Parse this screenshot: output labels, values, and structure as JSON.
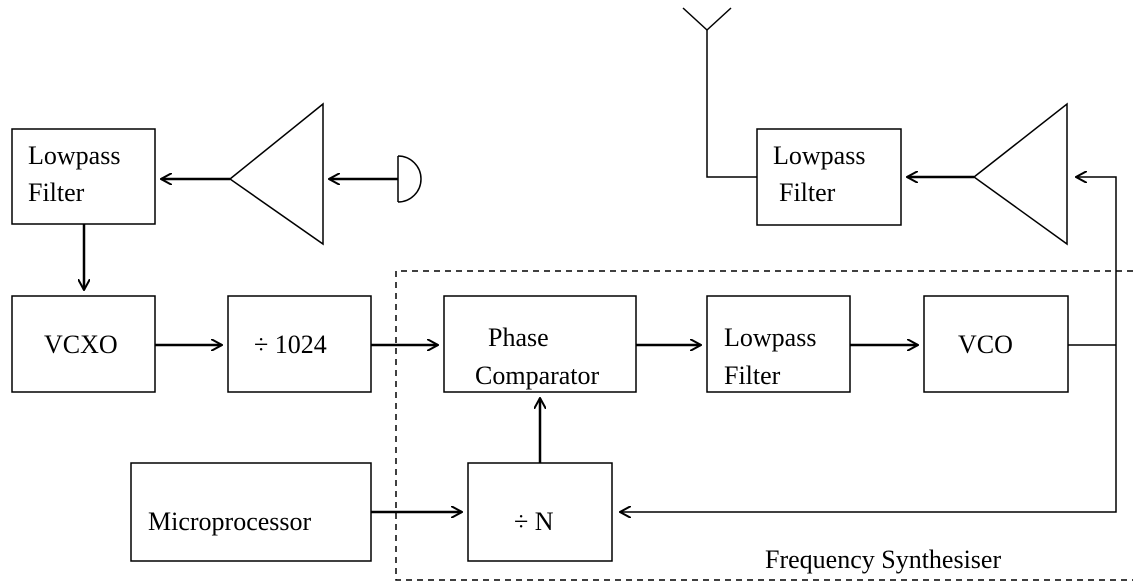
{
  "diagram": {
    "blocks": {
      "lowpass_left_line1": "Lowpass",
      "lowpass_left_line2": "Filter",
      "vcxo": "VCXO",
      "divider_1024": "÷ 1024",
      "phase_line1": "Phase",
      "phase_line2": "Comparator",
      "lowpass_mid_line1": "Lowpass",
      "lowpass_mid_line2": "Filter",
      "vco": "VCO",
      "lowpass_right_line1": "Lowpass",
      "lowpass_right_line2": "Filter",
      "microprocessor": "Microprocessor",
      "divider_n": "÷ N"
    },
    "group_label": "Frequency Synthesiser"
  }
}
